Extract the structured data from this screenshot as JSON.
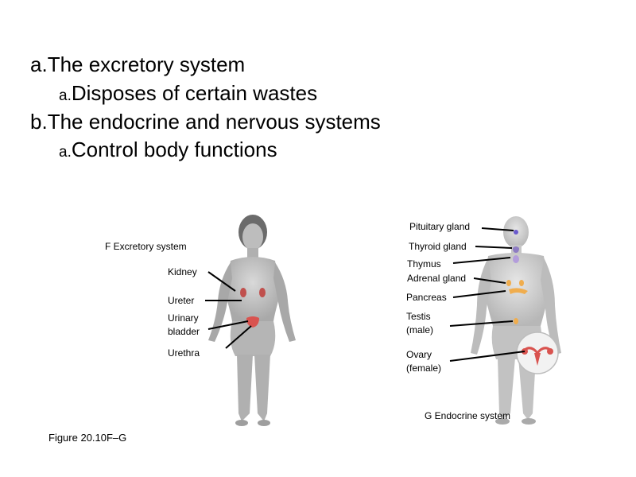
{
  "bullets": [
    {
      "marker": "a.",
      "text": "The excretory system"
    },
    {
      "marker": "a.",
      "text": "Disposes of certain wastes"
    },
    {
      "marker": "b.",
      "text": "The endocrine and nervous systems"
    },
    {
      "marker": "a.",
      "text": "Control body functions"
    }
  ],
  "figure": {
    "excretory": {
      "caption": "F  Excretory system",
      "labels": {
        "kidney": "Kidney",
        "ureter": "Ureter",
        "bladder_1": "Urinary",
        "bladder_2": "bladder",
        "urethra": "Urethra"
      }
    },
    "endocrine": {
      "caption": "G  Endocrine system",
      "labels": {
        "pituitary": "Pituitary gland",
        "thyroid": "Thyroid gland",
        "thymus": "Thymus",
        "adrenal": "Adrenal gland",
        "pancreas": "Pancreas",
        "testis_1": "Testis",
        "testis_2": "(male)",
        "ovary_1": "Ovary",
        "ovary_2": "(female)"
      }
    },
    "reference": "Figure 20.10F–G"
  }
}
